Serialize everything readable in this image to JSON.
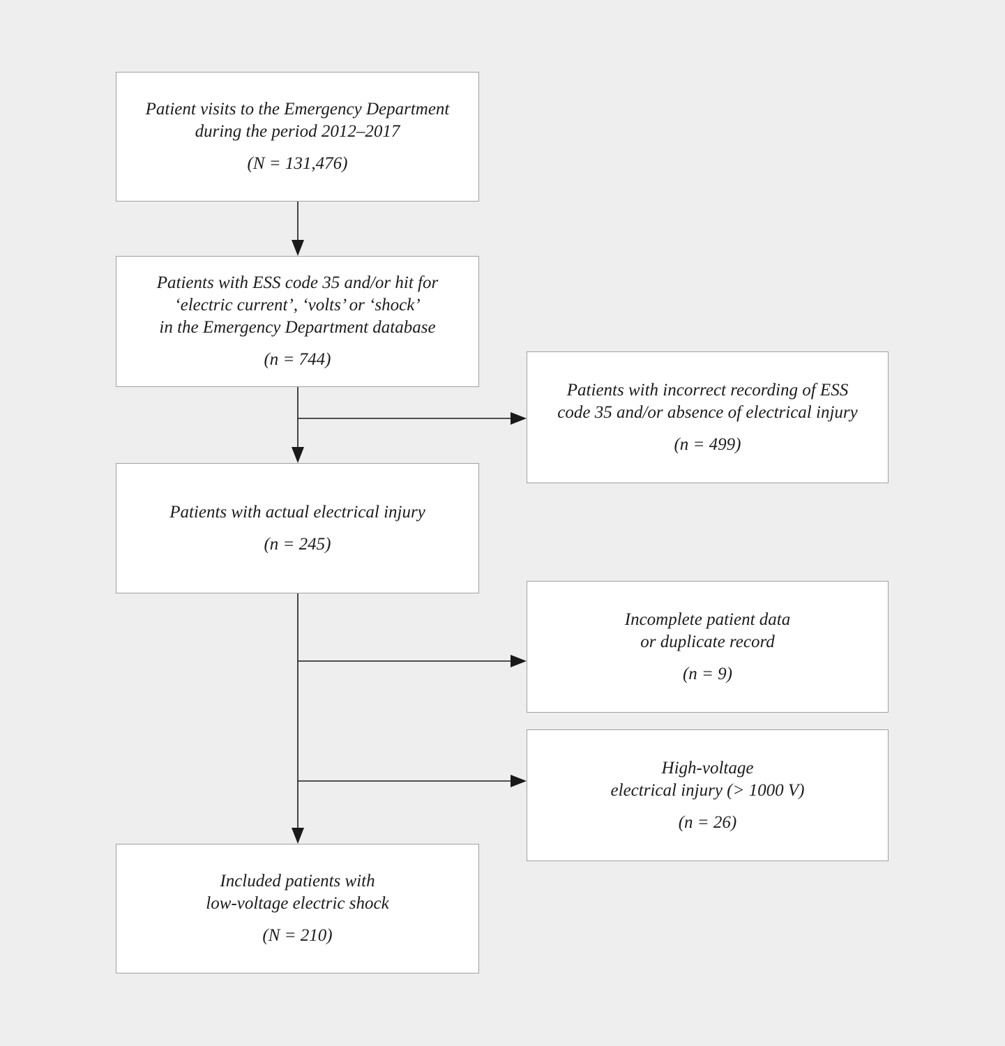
{
  "diagram": {
    "type": "flowchart",
    "background_color": "#eeeeee",
    "box_fill_color": "#ffffff",
    "box_border_color": "#a0a0a0",
    "arrow_color": "#1a1a1a",
    "text_color": "#1c1c1c",
    "nodes": {
      "visits": {
        "lines": [
          "Patient visits to the Emergency Department",
          "during the period 2012–2017"
        ],
        "count": "(N = 131,476)"
      },
      "ess": {
        "lines": [
          "Patients with ESS code 35 and/or hit for",
          "‘electric current’, ‘volts’ or ‘shock’",
          "in the Emergency Department database"
        ],
        "count": "(n = 744)"
      },
      "incorrect": {
        "lines": [
          "Patients with incorrect recording of ESS",
          "code 35 and/or absence of electrical injury"
        ],
        "count": "(n = 499)"
      },
      "actual": {
        "lines": [
          "Patients with actual electrical injury"
        ],
        "count": "(n = 245)"
      },
      "incomplete": {
        "lines": [
          "Incomplete patient data",
          "or duplicate record"
        ],
        "count": "(n = 9)"
      },
      "highvoltage": {
        "lines": [
          "High-voltage",
          "electrical injury (> 1000 V)"
        ],
        "count": "(n = 26)"
      },
      "included": {
        "lines": [
          "Included patients with",
          "low-voltage electric shock"
        ],
        "count": "(N = 210)"
      }
    }
  }
}
